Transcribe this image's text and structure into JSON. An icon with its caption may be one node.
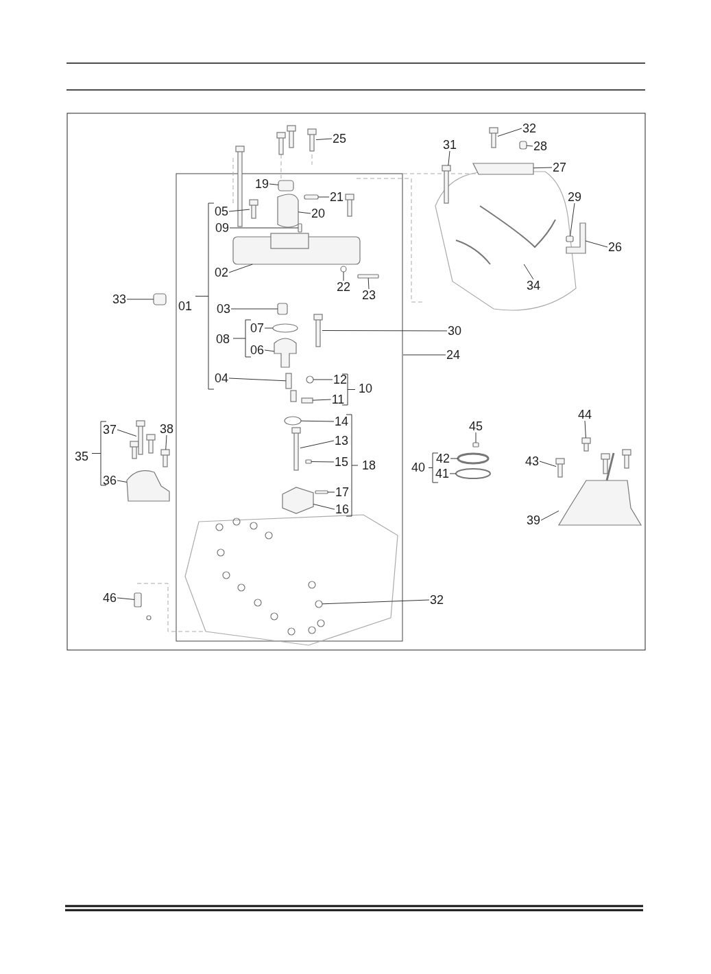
{
  "diagram": {
    "nodes": [
      {
        "text": [
          "25"
        ]
      },
      {
        "text": [
          "32"
        ]
      },
      {
        "text": [
          "31"
        ]
      },
      {
        "text": [
          "28"
        ]
      },
      {
        "text": [
          "27"
        ]
      },
      {
        "text": [
          "19"
        ]
      },
      {
        "text": [
          "21"
        ]
      },
      {
        "text": [
          "29"
        ]
      },
      {
        "text": [
          "05"
        ]
      },
      {
        "text": [
          "20"
        ]
      },
      {
        "text": [
          "09"
        ]
      },
      {
        "text": [
          "26"
        ]
      },
      {
        "text": [
          "02"
        ]
      },
      {
        "text": [
          "22"
        ]
      },
      {
        "text": [
          "23"
        ]
      },
      {
        "text": [
          "34"
        ]
      },
      {
        "text": [
          "33"
        ]
      },
      {
        "text": [
          "01"
        ]
      },
      {
        "text": [
          "03"
        ]
      },
      {
        "text": [
          "07"
        ]
      },
      {
        "text": [
          "30"
        ]
      },
      {
        "text": [
          "08"
        ]
      },
      {
        "text": [
          "06"
        ]
      },
      {
        "text": [
          "24"
        ]
      },
      {
        "text": [
          "04"
        ]
      },
      {
        "text": [
          "12"
        ]
      },
      {
        "text": [
          "10"
        ]
      },
      {
        "text": [
          "11"
        ]
      },
      {
        "text": [
          "14"
        ]
      },
      {
        "text": [
          "44"
        ]
      },
      {
        "text": [
          "45"
        ]
      },
      {
        "text": [
          "38"
        ]
      },
      {
        "text": [
          "37"
        ]
      },
      {
        "text": [
          "13"
        ]
      },
      {
        "text": [
          "35"
        ]
      },
      {
        "text": [
          "42"
        ]
      },
      {
        "text": [
          "43"
        ]
      },
      {
        "text": [
          "15"
        ]
      },
      {
        "text": [
          "18"
        ]
      },
      {
        "text": [
          "40"
        ]
      },
      {
        "text": [
          "41"
        ]
      },
      {
        "text": [
          "36"
        ]
      },
      {
        "text": [
          "17"
        ]
      },
      {
        "text": [
          "16"
        ]
      },
      {
        "text": [
          "39"
        ]
      },
      {
        "text": [
          "46"
        ]
      },
      {
        "text": [
          "32"
        ]
      },
      {
        "text": [],
        "shape": "box"
      },
      {
        "text": [],
        "shape": "box"
      },
      {
        "text": [],
        "shape": "box"
      },
      {
        "text": [],
        "shape": "box"
      },
      {
        "text": [],
        "shape": "box"
      },
      {
        "text": [],
        "shape": "box"
      },
      {
        "text": [],
        "shape": "box"
      },
      {
        "text": [],
        "shape": "box"
      },
      {
        "text": [],
        "shape": "box"
      },
      {
        "text": [],
        "shape": "box"
      },
      {
        "text": [],
        "shape": "box"
      },
      {
        "text": [],
        "shape": "box"
      },
      {
        "text": [],
        "shape": "box"
      },
      {
        "text": [],
        "shape": "circle"
      },
      {
        "text": [],
        "shape": "box"
      },
      {
        "text": [],
        "shape": "box"
      },
      {
        "text": [],
        "shape": "box"
      },
      {
        "text": [],
        "shape": "box"
      },
      {
        "text": [],
        "shape": "box"
      },
      {
        "text": [],
        "shape": "box"
      },
      {
        "text": [],
        "shape": "box"
      },
      {
        "text": [],
        "shape": "box"
      },
      {
        "text": [],
        "shape": "circle"
      },
      {
        "text": [],
        "shape": "box"
      },
      {
        "text": [],
        "shape": "box"
      },
      {
        "text": [],
        "shape": "box"
      },
      {
        "text": [],
        "shape": "box"
      },
      {
        "text": [],
        "shape": "box"
      },
      {
        "text": [],
        "shape": "box"
      },
      {
        "text": [],
        "shape": "box"
      },
      {
        "text": [],
        "shape": "box"
      },
      {
        "text": [],
        "shape": "box"
      },
      {
        "text": [],
        "shape": "box"
      },
      {
        "text": [],
        "shape": "box"
      },
      {
        "text": [],
        "shape": "box"
      },
      {
        "text": [],
        "shape": "box"
      },
      {
        "text": [],
        "shape": "box"
      },
      {
        "text": [],
        "shape": "box"
      },
      {
        "text": [],
        "shape": "box"
      },
      {
        "text": [],
        "shape": "circle"
      }
    ],
    "edges": [
      {
        "from": 0,
        "to": 47,
        "arrow": "none"
      },
      {
        "from": 1,
        "to": 48,
        "arrow": "none"
      },
      {
        "from": 2,
        "to": 49,
        "arrow": "none"
      },
      {
        "from": 3,
        "to": 50,
        "arrow": "none"
      },
      {
        "from": 4,
        "to": 51,
        "arrow": "none"
      },
      {
        "from": 5,
        "to": 52,
        "arrow": "none"
      },
      {
        "from": 6,
        "to": 53,
        "arrow": "none"
      },
      {
        "from": 7,
        "to": 54,
        "arrow": "none"
      },
      {
        "from": 8,
        "to": 55,
        "arrow": "none"
      },
      {
        "from": 9,
        "to": 56,
        "arrow": "none"
      },
      {
        "from": 10,
        "to": 57,
        "arrow": "none"
      },
      {
        "from": 11,
        "to": 58,
        "arrow": "none"
      },
      {
        "from": 12,
        "to": 59,
        "arrow": "none"
      },
      {
        "from": 13,
        "to": 60,
        "arrow": "none"
      },
      {
        "from": 14,
        "to": 61,
        "arrow": "none"
      },
      {
        "from": 15,
        "to": 62,
        "arrow": "none"
      },
      {
        "from": 16,
        "to": 63,
        "arrow": "none"
      },
      {
        "from": 18,
        "to": 64,
        "arrow": "none"
      },
      {
        "from": 19,
        "to": 65,
        "arrow": "none"
      },
      {
        "from": 20,
        "to": 66,
        "arrow": "none"
      },
      {
        "from": 22,
        "to": 67,
        "arrow": "none"
      },
      {
        "from": 23,
        "to": null,
        "arrow": "none"
      },
      {
        "from": 24,
        "to": 68,
        "arrow": "none"
      },
      {
        "from": 25,
        "to": 69,
        "arrow": "none"
      },
      {
        "from": 27,
        "to": 70,
        "arrow": "none"
      },
      {
        "from": 28,
        "to": 71,
        "arrow": "none"
      },
      {
        "from": 29,
        "to": 72,
        "arrow": "none"
      },
      {
        "from": 30,
        "to": 73,
        "arrow": "none"
      },
      {
        "from": 31,
        "to": 74,
        "arrow": "none"
      },
      {
        "from": 32,
        "to": 75,
        "arrow": "none"
      },
      {
        "from": 33,
        "to": 76,
        "arrow": "none"
      },
      {
        "from": 35,
        "to": 77,
        "arrow": "none"
      },
      {
        "from": 36,
        "to": 78,
        "arrow": "none"
      },
      {
        "from": 37,
        "to": 79,
        "arrow": "none"
      },
      {
        "from": 40,
        "to": 80,
        "arrow": "none"
      },
      {
        "from": 41,
        "to": 81,
        "arrow": "none"
      },
      {
        "from": 42,
        "to": 82,
        "arrow": "none"
      },
      {
        "from": 43,
        "to": 83,
        "arrow": "none"
      },
      {
        "from": 44,
        "to": 84,
        "arrow": "none"
      },
      {
        "from": 45,
        "to": 85,
        "arrow": "none"
      },
      {
        "from": 46,
        "to": 86,
        "arrow": "none"
      }
    ]
  }
}
